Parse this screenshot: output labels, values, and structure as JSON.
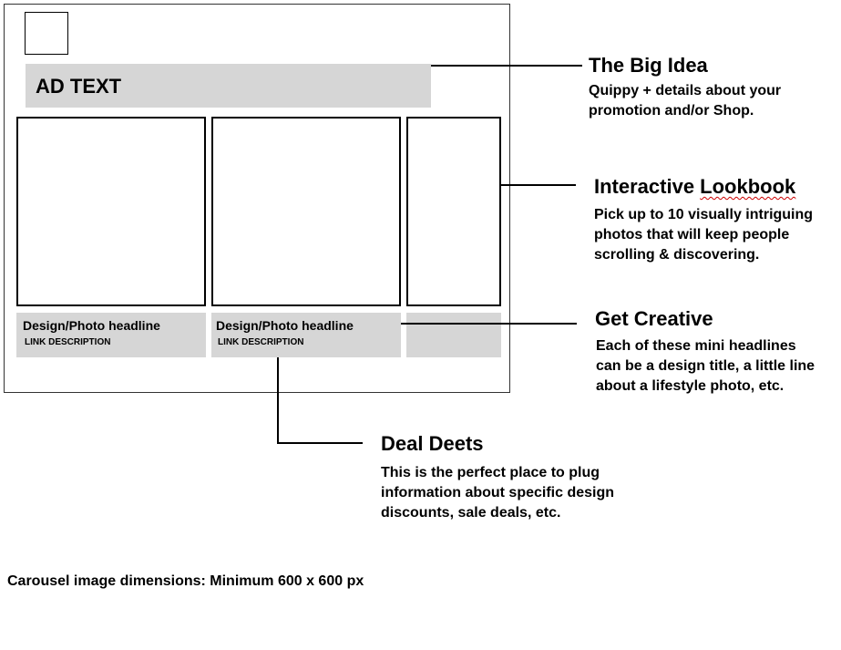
{
  "ad": {
    "ad_text": "AD TEXT",
    "cards": [
      {
        "headline": "Design/Photo headline",
        "link": "LINK DESCRIPTION"
      },
      {
        "headline": "Design/Photo headline",
        "link": "LINK DESCRIPTION"
      },
      {
        "headline": "",
        "link": ""
      }
    ]
  },
  "annotations": {
    "big_idea": {
      "title": "The Big Idea",
      "lines": [
        "Quippy + details about your",
        "promotion and/or Shop."
      ]
    },
    "lookbook": {
      "title_part1": "Interactive ",
      "title_part2": "Lookbook",
      "lines": [
        "Pick up to 10 visually intriguing",
        "photos that will keep people",
        "scrolling & discovering."
      ]
    },
    "creative": {
      "title": "Get Creative",
      "lines": [
        "Each of these mini headlines",
        "can be a design title, a little line",
        "about a lifestyle photo, etc."
      ]
    },
    "deal": {
      "title": "Deal Deets",
      "lines": [
        "This is the perfect place to plug",
        "information about specific design",
        "discounts, sale deals, etc."
      ]
    }
  },
  "footnote": "Carousel image dimensions: Minimum 600 x 600 px"
}
